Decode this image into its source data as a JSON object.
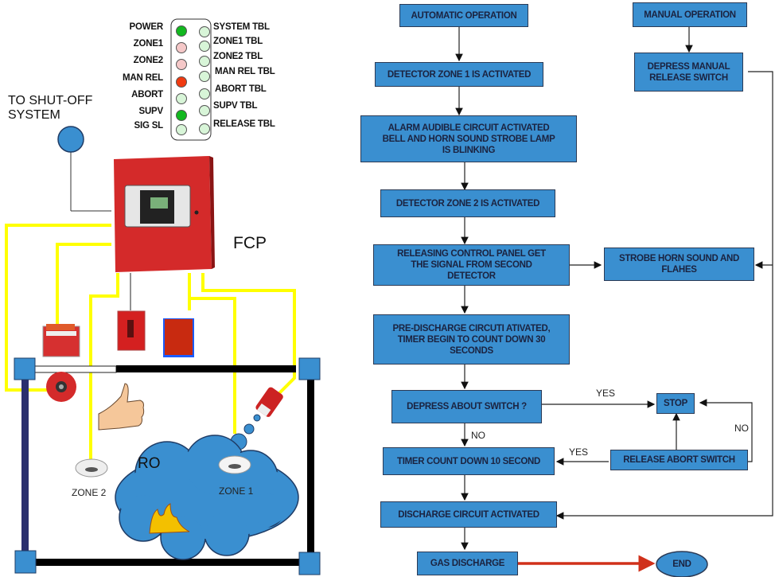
{
  "annunciator": {
    "left_labels": [
      "POWER",
      "ZONE1",
      "ZONE2",
      "MAN REL",
      "ABORT",
      "SUPV",
      "SIG SL"
    ],
    "right_labels": [
      "SYSTEM TBL",
      "ZONE1 TBL",
      "ZONE2 TBL",
      "MAN REL TBL",
      "ABORT TBL",
      "SUPV TBL",
      "RELEASE TBL"
    ],
    "left_led_states": [
      "on-green",
      "dim-red",
      "dim-red",
      "on-red",
      "dim-green",
      "on-green",
      "dim-green"
    ],
    "right_led_states": [
      "dim-green",
      "dim-green",
      "dim-green",
      "dim-green",
      "dim-green",
      "dim-green",
      "dim-green"
    ],
    "colors": {
      "on-green": "#12b81f",
      "dim-red": "#f5c8c8",
      "on-red": "#f03a10",
      "dim-green": "#d8f5d8"
    }
  },
  "left_diagram": {
    "shutoff_label_line1": "TO SHUT-OFF",
    "shutoff_label_line2": "SYSTEM",
    "panel_label": "FCP",
    "room_label": "RO",
    "zone2_label": "ZONE 2",
    "zone1_label": "ZONE 1",
    "icons": [
      "fire-control-panel",
      "strobe-horn",
      "alarm-bell",
      "manual-release-station",
      "abort-station",
      "thumbs-up",
      "smoke-detector-zone-2",
      "smoke-detector-zone-1",
      "fire-flame",
      "gas-nozzle",
      "junction-box"
    ],
    "colors": {
      "wire": "#ffff00",
      "pipe": "#000000",
      "junction": "#3a8fd0",
      "cloud": "#3a8fd0"
    }
  },
  "flowchart": {
    "auto_start": "AUTOMATIC OPERATION",
    "zone1": "DETECTOR ZONE 1 IS ACTIVATED",
    "alarm": [
      "ALARM AUDIBLE CIRCUIT ACTIVATED",
      "BELL AND HORN SOUND STROBE  LAMP",
      "IS BLINKING"
    ],
    "zone2": "DETECTOR ZONE 2 IS ACTIVATED",
    "releasing": [
      "RELEASING CONTROL PANEL GET",
      "THE SIGNAL FROM SECOND",
      "DETECTOR"
    ],
    "strobe": [
      "STROBE HORN SOUND AND",
      "FLAHES"
    ],
    "predischarge": [
      "PRE-DISCHARGE CIRCUTI ATIVATED,",
      "TIMER BEGIN TO COUNT DOWN 30",
      "SECONDS"
    ],
    "abort_q": "DEPRESS ABOUT SWITCH ?",
    "stop": "STOP",
    "timer10": "TIMER COUNT DOWN 10 SECOND",
    "release_abort": "RELEASE ABORT SWITCH",
    "discharge": "DISCHARGE CIRCUIT ACTIVATED",
    "gas": "GAS DISCHARGE",
    "end": "END",
    "manual_start": "MANUAL OPERATION",
    "manual_release": [
      "DEPRESS MANUAL",
      "RELEASE SWITCH"
    ],
    "edge_labels": {
      "yes1": "YES",
      "no1": "NO",
      "yes2": "YES",
      "no2": "NO"
    },
    "colors": {
      "box": "#3a8fd0",
      "box_border": "#2b3a55",
      "end_arrow": "#d0301a"
    }
  }
}
